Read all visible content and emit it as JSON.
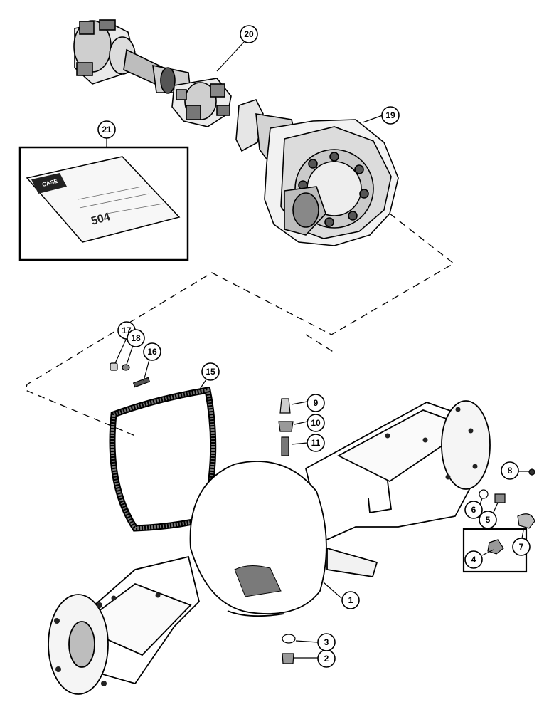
{
  "callouts": {
    "c1": "1",
    "c2": "2",
    "c3": "3",
    "c4": "4",
    "c5": "5",
    "c6": "6",
    "c7": "7",
    "c8": "8",
    "c9": "9",
    "c10": "10",
    "c11": "11",
    "c15": "15",
    "c16": "16",
    "c17": "17",
    "c18": "18",
    "c19": "19",
    "c20": "20",
    "c21": "21"
  },
  "kit": {
    "brand": "CASE",
    "product": "504"
  }
}
